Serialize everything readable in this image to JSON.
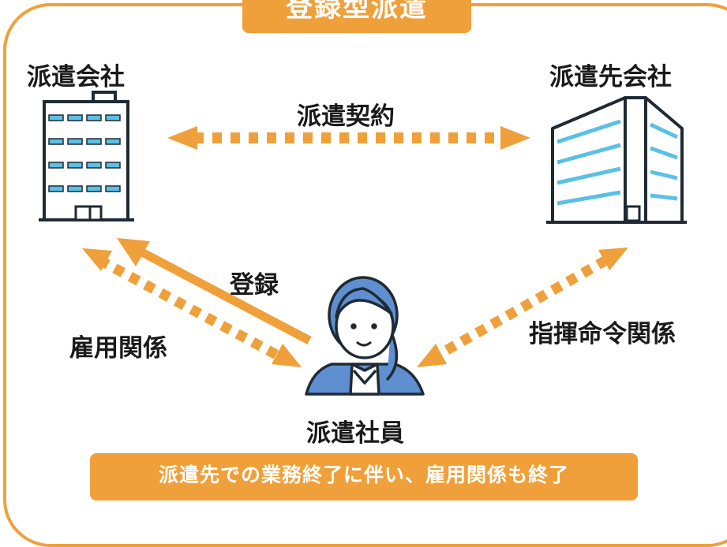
{
  "title": "登録型派遣",
  "nodes": {
    "dispatch_company": "派遣会社",
    "client_company": "派遣先会社",
    "worker": "派遣社員"
  },
  "relations": {
    "contract": "派遣契約",
    "registration": "登録",
    "employment": "雇用関係",
    "command": "指揮命令関係"
  },
  "footer_note": "派遣先での業務終了に伴い、雇用関係も終了",
  "colors": {
    "accent": "#f0a03a",
    "window_blue": "#5bc0e6",
    "outline": "#1f2a33"
  }
}
